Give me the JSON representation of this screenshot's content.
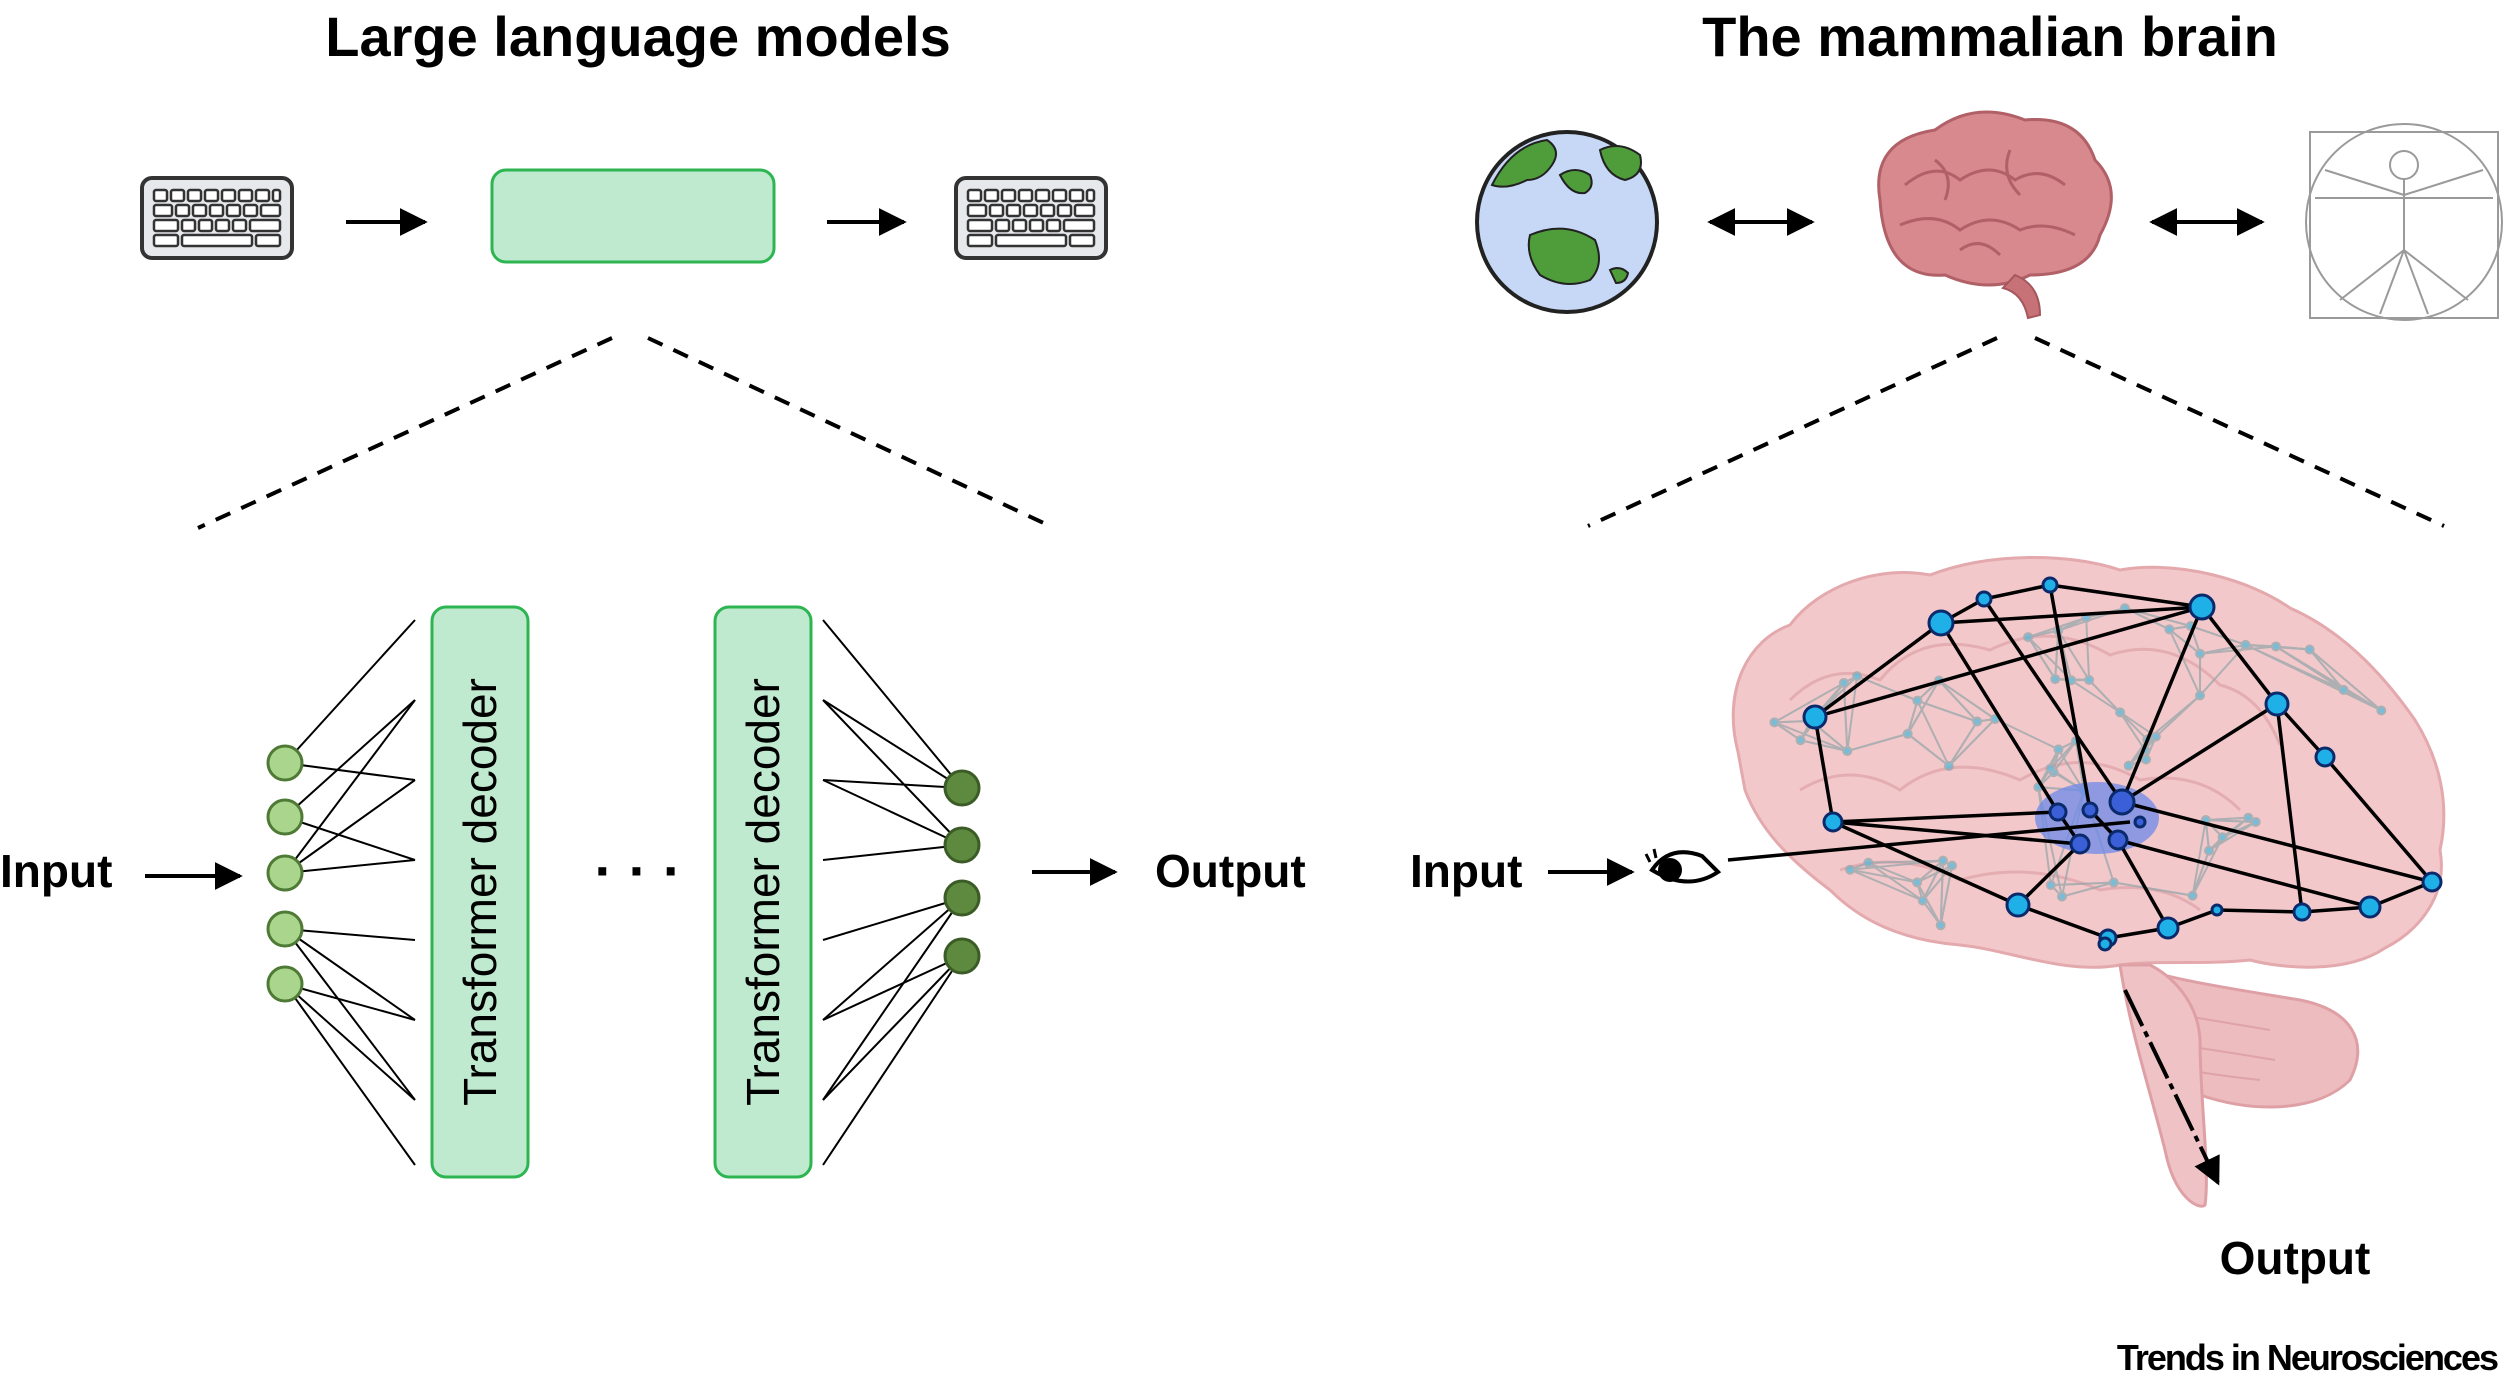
{
  "titles": {
    "llm": "Large language models",
    "brain": "The mammalian brain"
  },
  "llm": {
    "input_label": "Input",
    "output_label": "Output",
    "decoder_label_1": "Transformer decoder",
    "decoder_label_2": "Transformer decoder",
    "ellipsis": "· · ·",
    "icons": [
      "keyboard-icon",
      "model-box",
      "keyboard-icon"
    ]
  },
  "brain": {
    "input_label": "Input",
    "output_label": "Output",
    "icons": [
      "globe-icon",
      "brain-icon",
      "vitruvian-man-icon",
      "eye-icon"
    ]
  },
  "credit": "Trends in Neurosciences",
  "colors": {
    "box_fill": "#bfeacf",
    "box_stroke": "#2db552",
    "input_node": "#a9d58c",
    "output_node": "#5e8a3f",
    "brain_pink": "#f0c4c6",
    "hub_node": "#1fb0e8",
    "thalamus": "#6c8ae8"
  }
}
